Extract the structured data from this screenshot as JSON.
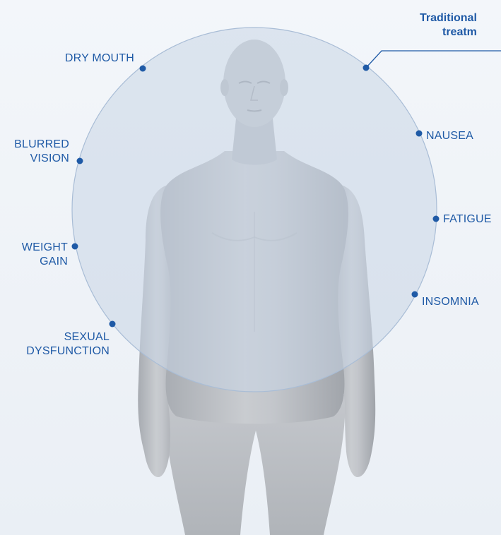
{
  "heading": {
    "line1": "Traditional",
    "line2": "treatm"
  },
  "side_effects": {
    "dry_mouth": "DRY MOUTH",
    "blurred": "BLURRED",
    "vision": "VISION",
    "weight": "WEIGHT",
    "gain": "GAIN",
    "sexual": "SEXUAL",
    "dysfunction": "DYSFUNCTION",
    "nausea": "NAUSEA",
    "fatigue": "FATIGUE",
    "insomnia": "INSOMNIA"
  },
  "colors": {
    "label_blue": "#1f5aa6",
    "dot_blue": "#1f5aa6",
    "circle_fill": "#c9d6e6",
    "circle_stroke": "#a9bdd6",
    "body_gray": "#b9bdc2"
  }
}
